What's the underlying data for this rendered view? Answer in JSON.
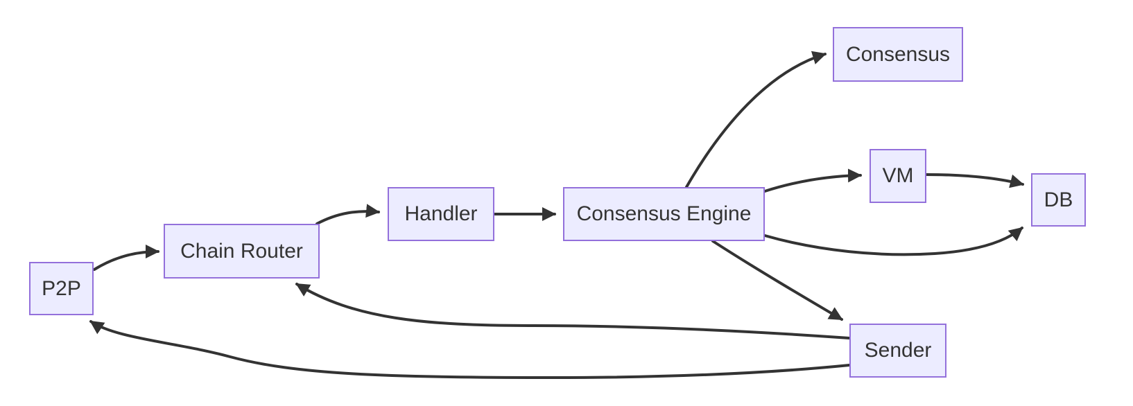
{
  "diagram": {
    "type": "flowchart",
    "direction": "left-to-right",
    "nodes": {
      "p2p": {
        "label": "P2P"
      },
      "chain_router": {
        "label": "Chain Router"
      },
      "handler": {
        "label": "Handler"
      },
      "consensus_engine": {
        "label": "Consensus Engine"
      },
      "consensus": {
        "label": "Consensus"
      },
      "vm": {
        "label": "VM"
      },
      "db": {
        "label": "DB"
      },
      "sender": {
        "label": "Sender"
      }
    },
    "edges": [
      {
        "from": "P2P",
        "to": "Chain Router"
      },
      {
        "from": "Chain Router",
        "to": "Handler"
      },
      {
        "from": "Handler",
        "to": "Consensus Engine"
      },
      {
        "from": "Consensus Engine",
        "to": "Consensus"
      },
      {
        "from": "Consensus Engine",
        "to": "VM"
      },
      {
        "from": "Consensus Engine",
        "to": "DB"
      },
      {
        "from": "Consensus Engine",
        "to": "Sender"
      },
      {
        "from": "VM",
        "to": "DB"
      },
      {
        "from": "Sender",
        "to": "Chain Router"
      },
      {
        "from": "Sender",
        "to": "P2P"
      }
    ],
    "style": {
      "background": "#ffffff",
      "node_fill": "#ececff",
      "node_border": "#9370db",
      "edge_color": "#333333",
      "text_color": "#333333"
    }
  }
}
